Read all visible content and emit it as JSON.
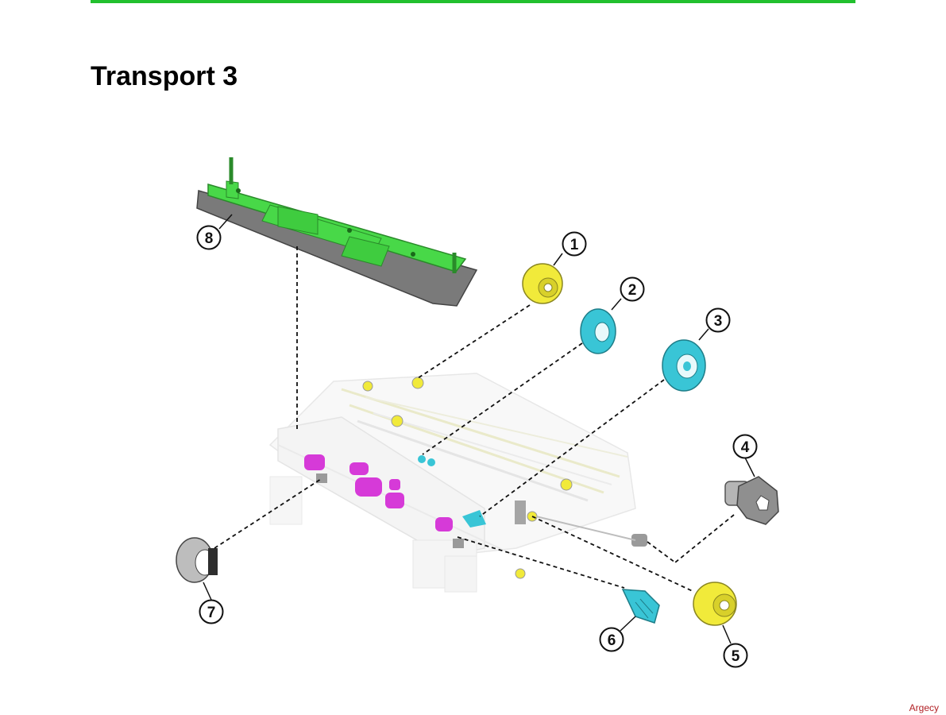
{
  "page": {
    "title": "Transport 3",
    "watermark": "Argecy",
    "accent_color": "#22c02e"
  },
  "diagram": {
    "callouts": [
      "1",
      "2",
      "3",
      "4",
      "5",
      "6",
      "7",
      "8"
    ],
    "part_colors": {
      "frame": "#48d848",
      "yellow_part": "#f1ea3a",
      "cyan_part": "#39c5d6",
      "magenta_part": "#d63ad8",
      "gray_part": "#a5a5a5"
    }
  }
}
